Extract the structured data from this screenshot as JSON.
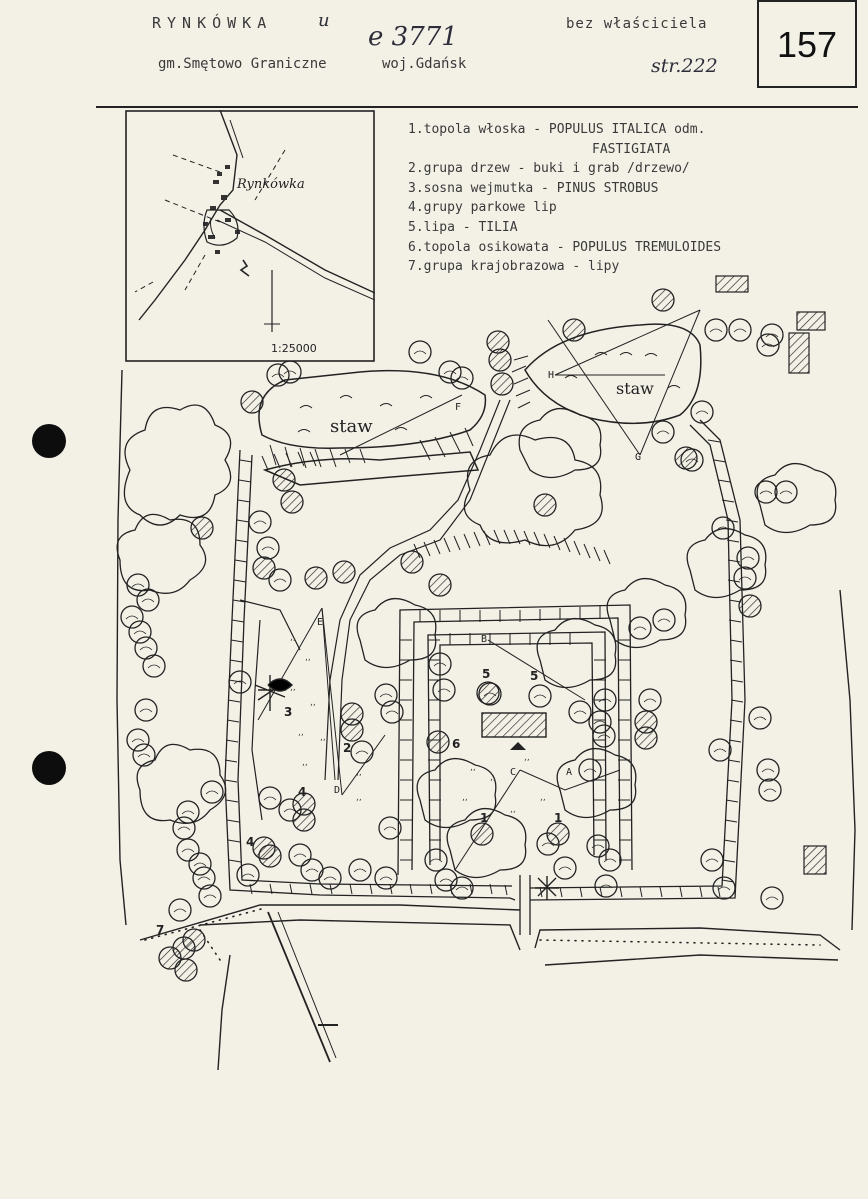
{
  "header": {
    "title": "RYNKÓWKA",
    "title_mark": "u",
    "handwritten_number": "e 3771",
    "owner": "bez właściciela",
    "commune": "gm.Smętowo Graniczne",
    "voivodeship": "woj.Gdańsk",
    "page_ref": "str.222",
    "card_number": "157"
  },
  "inset_map": {
    "place_label": "Rynkówka",
    "scale": "1:25000"
  },
  "legend": [
    "1.topola włoska - POPULUS ITALICA odm.",
    "FASTIGIATA",
    "2.grupa drzew - buki i grab /drzewo/",
    "3.sosna wejmutka - PINUS STROBUS",
    "4.grupy parkowe lip",
    "5.lipa - TILIA",
    "6.topola osikowata - POPULUS TREMULOIDES",
    "7.grupa krajobrazowa - lipy"
  ],
  "plan": {
    "pond_west_label": "staw",
    "pond_east_label": "staw",
    "viewpoint_letters": [
      "A",
      "B",
      "C",
      "D",
      "E",
      "F",
      "G",
      "H"
    ],
    "tree_numbers": [
      "1",
      "1",
      "2",
      "3",
      "4",
      "4",
      "5",
      "5",
      "6",
      "7"
    ]
  },
  "colors": {
    "paper": "#f3f0e6",
    "ink": "#222222",
    "punch_hole": "#0d0d0d"
  }
}
